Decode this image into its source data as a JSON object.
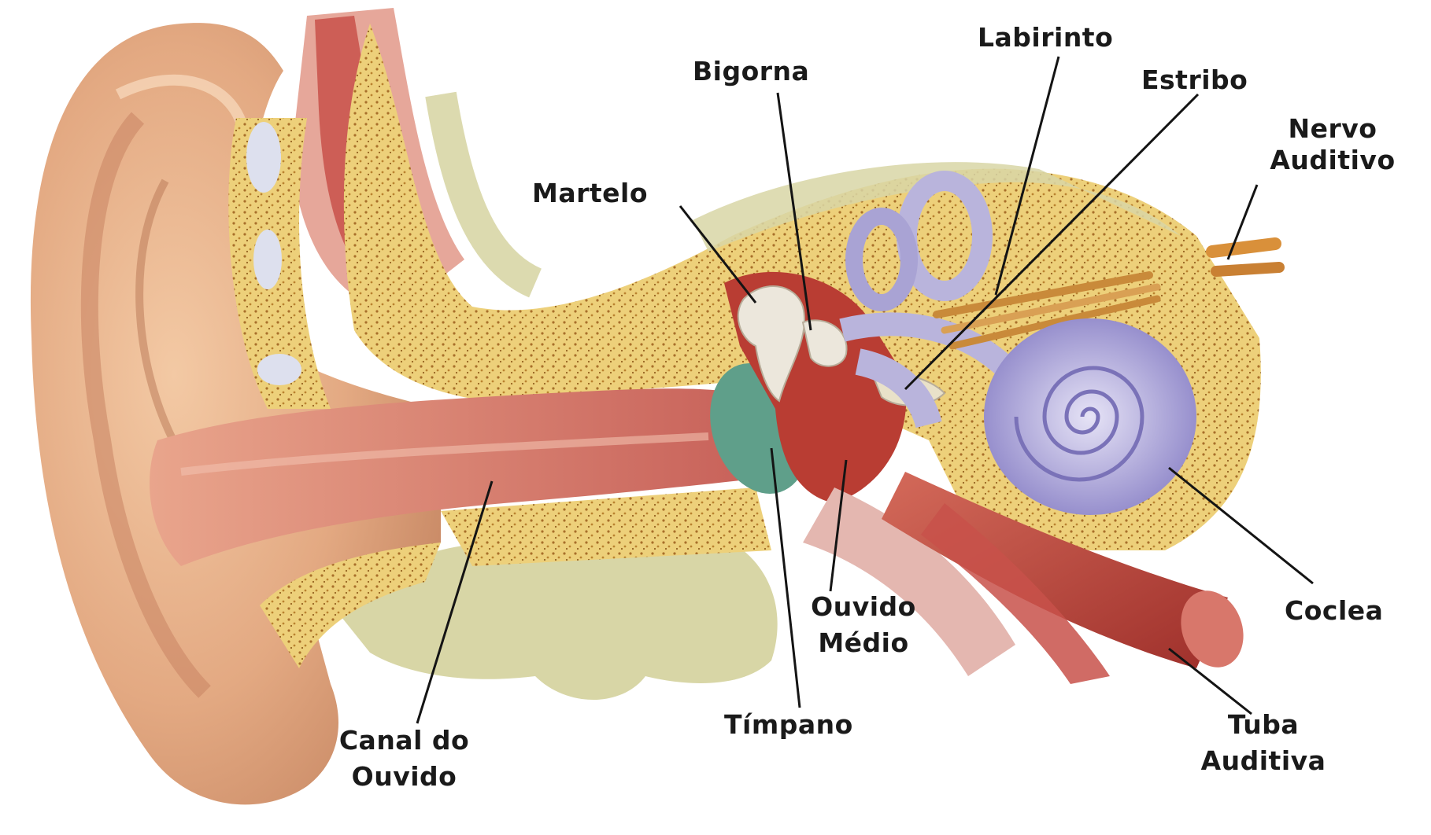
{
  "labels": {
    "labirinto": "Labirinto",
    "bigorna": "Bigorna",
    "estribo": "Estribo",
    "nervo_auditivo": [
      "Nervo",
      "Auditivo"
    ],
    "martelo": "Martelo",
    "coclea": "Coclea",
    "ouvido_medio": [
      "Ouvido",
      "Médio"
    ],
    "timpano": "Tímpano",
    "tuba_auditiva": [
      "Tuba",
      "Auditiva"
    ],
    "canal_do_ouvido": [
      "Canal do",
      "Ouvido"
    ]
  },
  "colors": {
    "skin": "#e8b48c",
    "skin_dark": "#c98a66",
    "canal": "#d9857a",
    "bone": "#e9c96a",
    "bone_dots": "#a86f2a",
    "cartilage": "#e6c9a8",
    "soft_tissue": "#d8d6a6",
    "muscle": "#c0443a",
    "eardrum": "#5f9f8a",
    "labyrinth": "#b9b4dc",
    "cochlea": "#a9a2d6",
    "nerve": "#c98a3a"
  }
}
